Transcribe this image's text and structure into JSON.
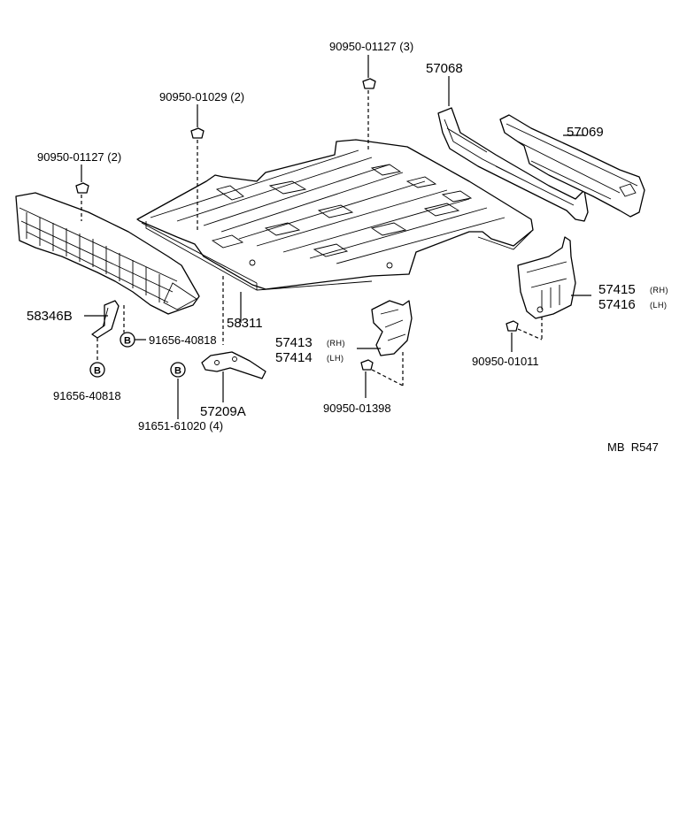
{
  "labels": {
    "part_90950_01127_3": "90950-01127 (3)",
    "part_57068": "57068",
    "part_90950_01029_2": "90950-01029 (2)",
    "part_57069": "57069",
    "part_90950_01127_2": "90950-01127 (2)",
    "part_58346B": "58346B",
    "part_91656_40818_a": "91656-40818",
    "part_91656_40818_b": "91656-40818",
    "part_58311": "58311",
    "part_57413": "57413",
    "part_57414": "57414",
    "part_57415": "57415",
    "part_57416": "57416",
    "rh": "(RH)",
    "lh": "(LH)",
    "part_90950_01011": "90950-01011",
    "part_90950_01398": "90950-01398",
    "part_57209A": "57209A",
    "part_91651_61020_4": "91651-61020 (4)",
    "bolt_marker": "B",
    "diagram_code": "MB  R547"
  }
}
